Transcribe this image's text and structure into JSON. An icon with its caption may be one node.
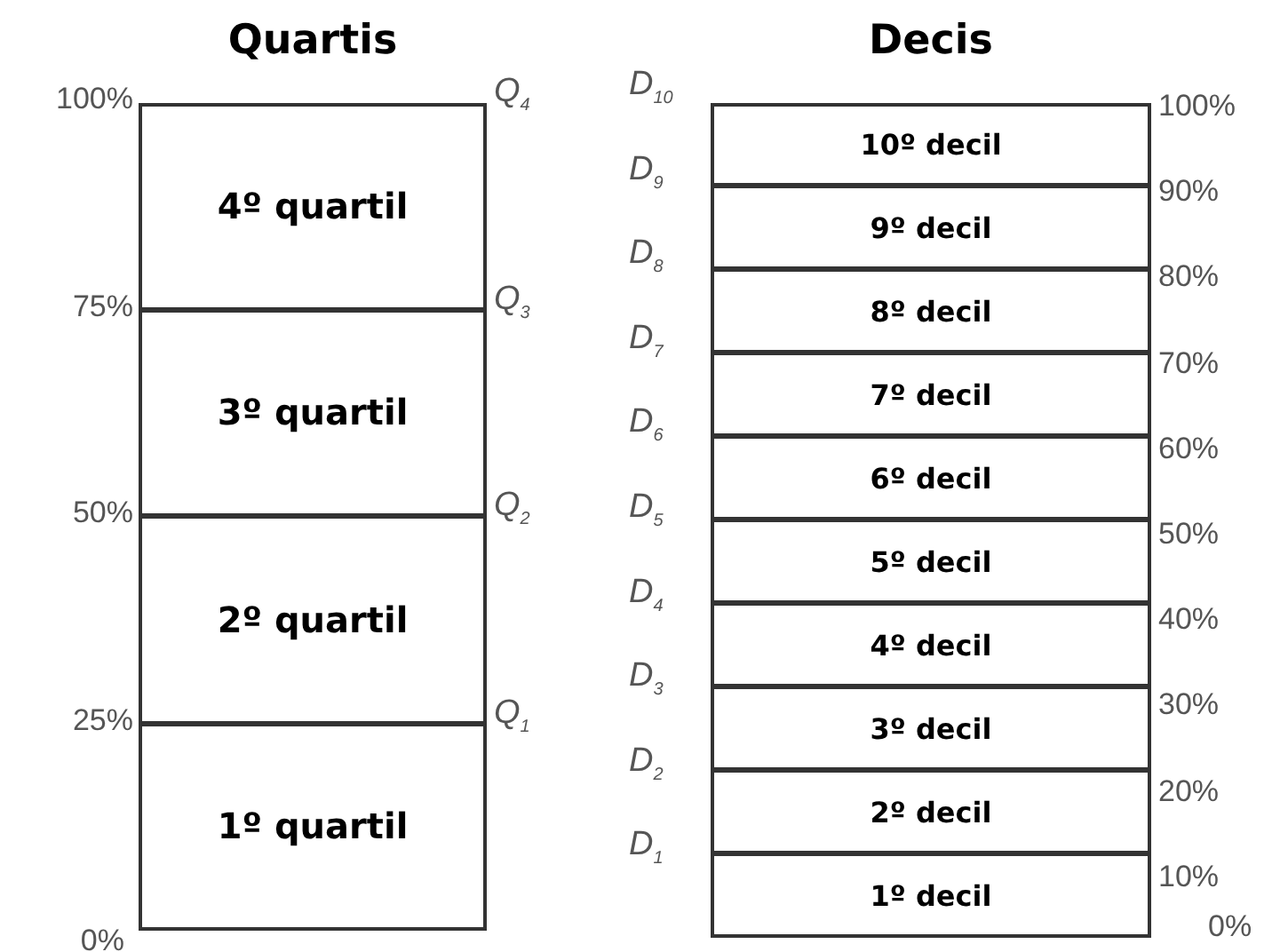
{
  "diagram": {
    "nodes": [
      {
        "text": [
          "Quartis"
        ]
      },
      {
        "text": [
          "4º quartil"
        ],
        "in": 0
      },
      {
        "text": [
          "3º quartil"
        ],
        "in": 0
      },
      {
        "text": [
          "2º quartil"
        ],
        "in": 0
      },
      {
        "text": [
          "1º quartil"
        ],
        "in": 0
      },
      {
        "text": [
          "Decis"
        ]
      },
      {
        "text": [
          "10º decil"
        ],
        "in": 5
      },
      {
        "text": [
          "9º decil"
        ],
        "in": 5
      },
      {
        "text": [
          "8º decil"
        ],
        "in": 5
      },
      {
        "text": [
          "7º decil"
        ],
        "in": 5
      },
      {
        "text": [
          "6º decil"
        ],
        "in": 5
      },
      {
        "text": [
          "5º decil"
        ],
        "in": 5
      },
      {
        "text": [
          "4º decil"
        ],
        "in": 5
      },
      {
        "text": [
          "3º decil"
        ],
        "in": 5
      },
      {
        "text": [
          "2º decil"
        ],
        "in": 5
      },
      {
        "text": [
          "1º decil"
        ],
        "in": 5
      }
    ],
    "labels": [
      "100%",
      "Q$_{4}$",
      "75%",
      "Q$_{3}$",
      "50%",
      "Q$_{2}$",
      "25%",
      "Q$_{1}$",
      "0%",
      "D$_{10}$",
      "100%",
      "D$_{9}$",
      "90%",
      "D$_{8}$",
      "80%",
      "D$_{7}$",
      "70%",
      "D$_{6}$",
      "60%",
      "D$_{5}$",
      "50%",
      "D$_{4}$",
      "40%",
      "D$_{3}$",
      "30%",
      "D$_{2}$",
      "20%",
      "D$_{1}$",
      "10%",
      "0%"
    ]
  }
}
